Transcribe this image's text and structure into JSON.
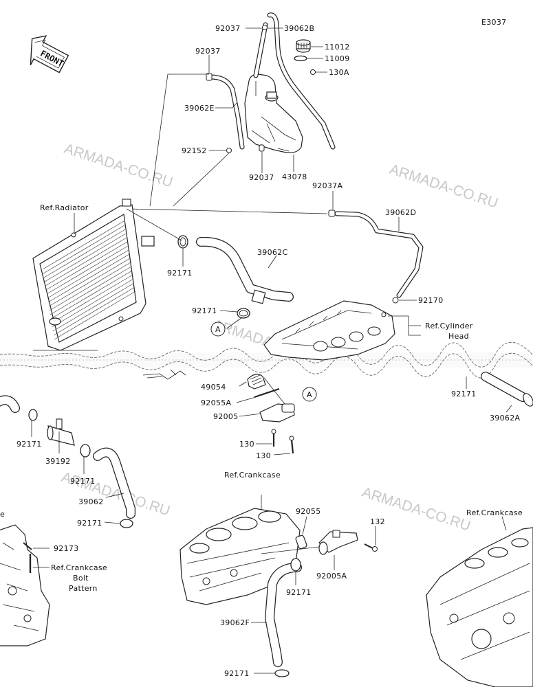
{
  "diagram_code": "E3037",
  "front_label": "FRONT",
  "watermark": "ARMADA-CO.RU",
  "parts": {
    "p92037_top": "92037",
    "p39062B": "39062B",
    "p11012": "11012",
    "p11009": "11009",
    "p130A": "130A",
    "p92037_left": "92037",
    "p39062E": "39062E",
    "p92152": "92152",
    "p92037_mid": "92037",
    "p43078": "43078",
    "p92037A": "92037A",
    "p39062D": "39062D",
    "p39062C": "39062C",
    "p92171_a": "92171",
    "p92171_b": "92171",
    "p92170": "92170",
    "p49054": "49054",
    "p92055A": "92055A",
    "p92005": "92005",
    "p130_a": "130",
    "p130_b": "130",
    "p92171_c": "92171",
    "p39062A": "39062A",
    "p92171_d": "92171",
    "p39192": "39192",
    "p92171_e": "92171",
    "p39062": "39062",
    "p92171_f": "92171",
    "p92173": "92173",
    "p92055": "92055",
    "p132": "132",
    "p92005A": "92005A",
    "p92171_g": "92171",
    "p39062F": "39062F",
    "p92171_h": "92171"
  },
  "refs": {
    "radiator": "Ref.Radiator",
    "cylinder_head_1": "Ref.Cylinder",
    "cylinder_head_2": "Head",
    "crankcase_mid": "Ref.Crankcase",
    "crankcase_right": "Ref.Crankcase",
    "crankcase_bolt_1": "Ref.Crankcase",
    "crankcase_bolt_2": "Bolt",
    "crankcase_bolt_3": "Pattern",
    "left_edge": "e"
  },
  "markers": {
    "marker_a_upper": "A",
    "marker_a_lower": "A"
  }
}
